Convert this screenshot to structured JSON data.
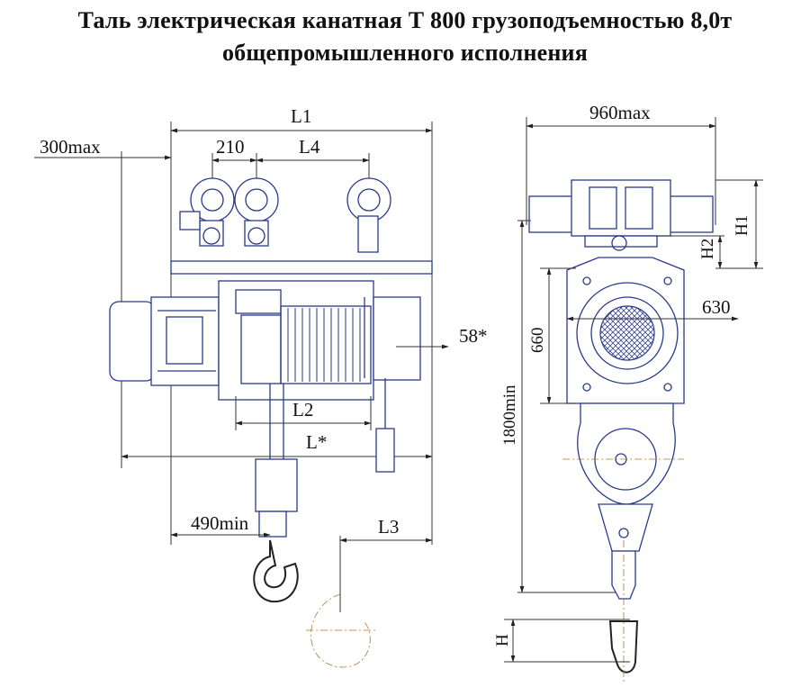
{
  "title": {
    "line1": "Таль электрическая канатная Т 800 грузоподъемностью 8,0т",
    "line2": "общепромышленного исполнения"
  },
  "front_view": {
    "dim_L1": "L1",
    "dim_300max": "300max",
    "dim_210": "210",
    "dim_L4": "L4",
    "dim_58": "58*",
    "dim_L2": "L2",
    "dim_Lstar": "L*",
    "dim_490min": "490min",
    "dim_L3": "L3"
  },
  "side_view": {
    "dim_960max": "960max",
    "dim_H1": "H1",
    "dim_H2": "H2",
    "dim_630": "630",
    "dim_660": "660",
    "dim_1800min": "1800min",
    "dim_H": "H"
  }
}
